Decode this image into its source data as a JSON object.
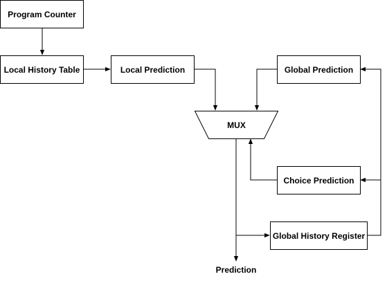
{
  "diagram": {
    "nodes": {
      "program_counter": "Program Counter",
      "local_history_table": "Local History Table",
      "local_prediction": "Local Prediction",
      "global_prediction": "Global Prediction",
      "mux": "MUX",
      "choice_prediction": "Choice Prediction",
      "global_history_register": "Global History Register"
    },
    "output_label": "Prediction"
  },
  "colors": {
    "stroke": "#000000",
    "fill": "#ffffff"
  }
}
